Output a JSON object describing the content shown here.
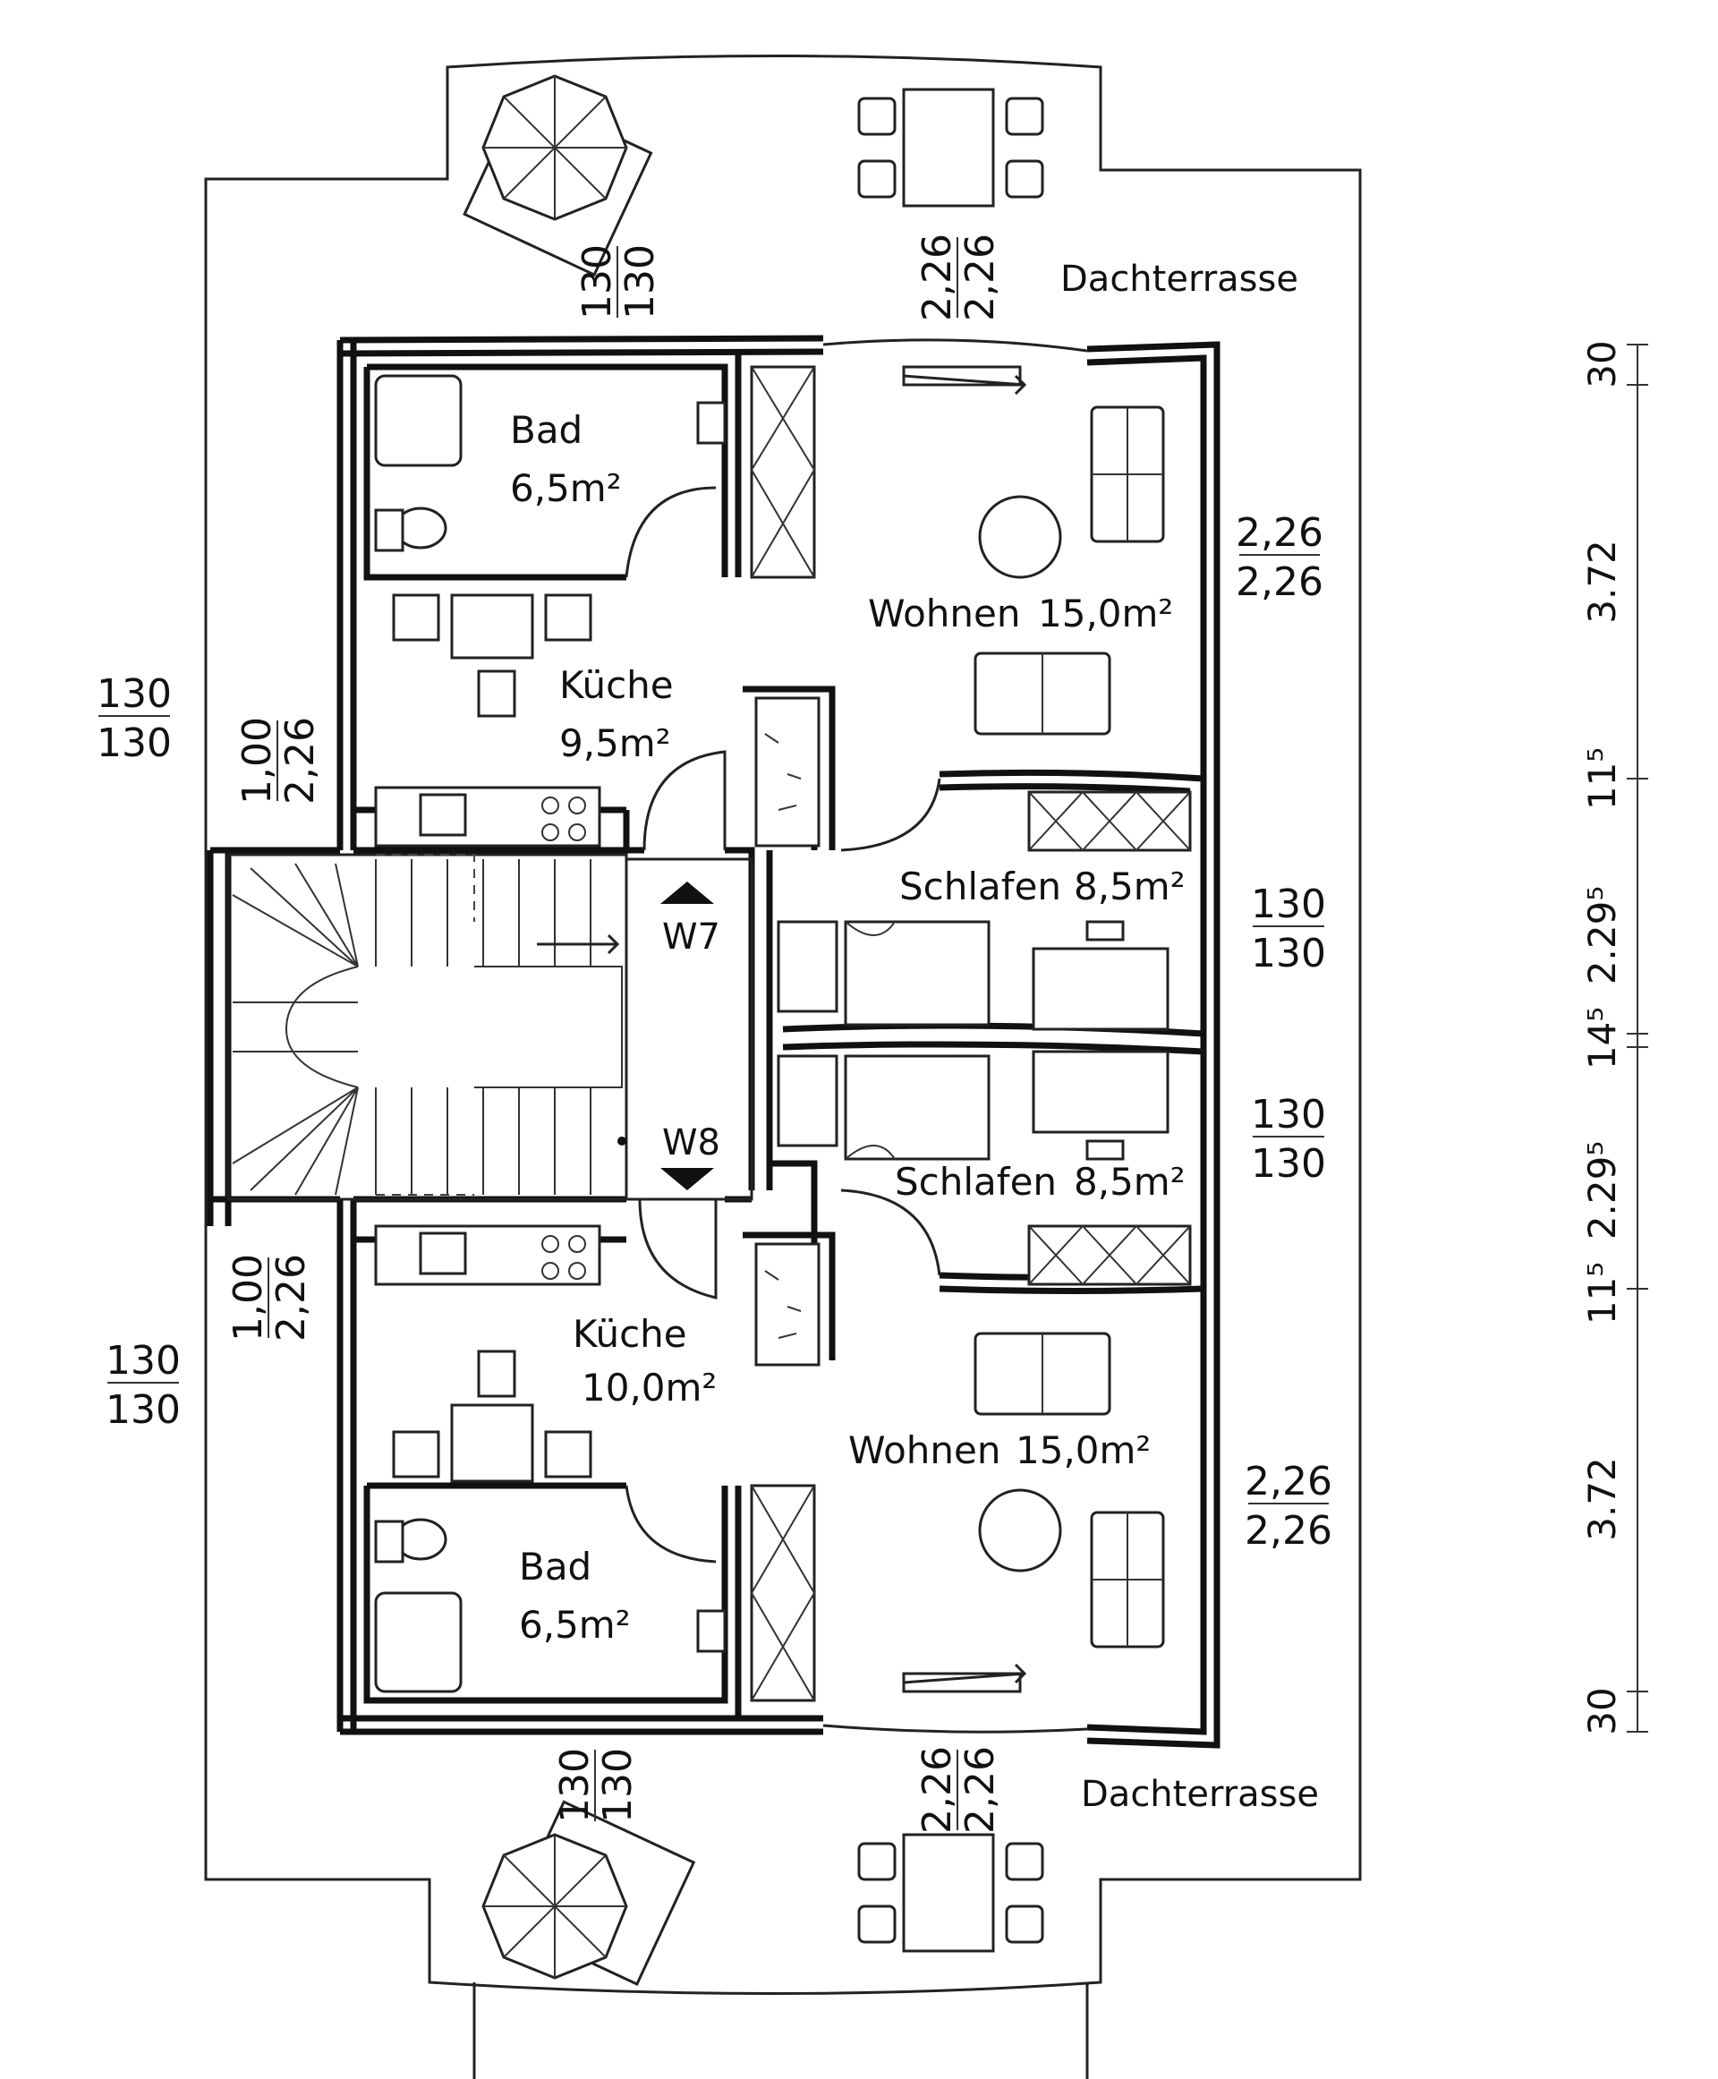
{
  "rooms": {
    "bad_top": {
      "name": "Bad",
      "area": "6,5m²"
    },
    "kueche_top": {
      "name": "Küche",
      "area": "9,5m²"
    },
    "wohnen_top": {
      "name": "Wohnen",
      "area": "15,0m²"
    },
    "schlafen_top": {
      "name": "Schlafen",
      "area": "8,5m²"
    },
    "schlafen_bottom": {
      "name": "Schlafen",
      "area": "8,5m²"
    },
    "kueche_bottom": {
      "name": "Küche",
      "area": "10,0m²"
    },
    "wohnen_bottom": {
      "name": "Wohnen",
      "area": "15,0m²"
    },
    "bad_bottom": {
      "name": "Bad",
      "area": "6,5m²"
    }
  },
  "terraces": {
    "top": "Dachterrasse",
    "bottom": "Dachterrasse"
  },
  "windows": {
    "w7": "W7",
    "w8": "W8"
  },
  "window_dims": {
    "top_left": {
      "num": "130",
      "den": "130"
    },
    "top_center": {
      "num": "2,26",
      "den": "2,26"
    },
    "right_top": {
      "num": "2,26",
      "den": "2,26"
    },
    "left_upper": {
      "num": "130",
      "den": "130"
    },
    "left_stair_upper": {
      "num": "1,00",
      "den": "2,26"
    },
    "right_mid_upper": {
      "num": "130",
      "den": "130"
    },
    "right_mid_lower": {
      "num": "130",
      "den": "130"
    },
    "left_stair_lower": {
      "num": "1,00",
      "den": "2,26"
    },
    "left_lower": {
      "num": "130",
      "den": "130"
    },
    "right_bottom": {
      "num": "2,26",
      "den": "2,26"
    },
    "bottom_left": {
      "num": "130",
      "den": "130"
    },
    "bottom_center": {
      "num": "2,26",
      "den": "2,26"
    }
  },
  "dimension_chain": [
    "30",
    "3.72",
    "11⁵",
    "2.29⁵",
    "14⁵",
    "2.29⁵",
    "11⁵",
    "3.72",
    "30"
  ]
}
